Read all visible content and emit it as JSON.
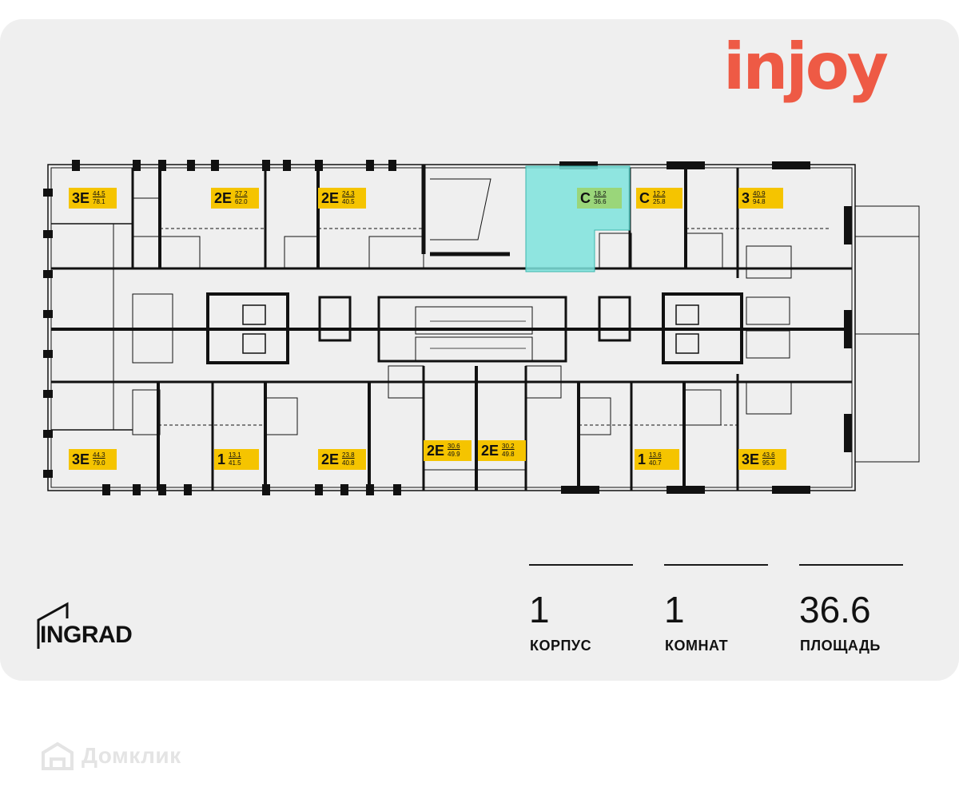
{
  "brand": {
    "name": "injoy",
    "color": "#ee5a45"
  },
  "developer_logo": {
    "text": "INGRAD"
  },
  "watermark": {
    "text": "Домклик",
    "icon": "house-icon"
  },
  "colors": {
    "apartment_label": "#f5c400",
    "selected_apartment": "#7ee3dd",
    "selected_label": "#9ad67a",
    "walls": "#111111",
    "background": "#efefef"
  },
  "apartments": [
    {
      "type": "3E",
      "area_living": "44.5",
      "area_total": "78.1"
    },
    {
      "type": "2E",
      "area_living": "27.2",
      "area_total": "62.0"
    },
    {
      "type": "2E",
      "area_living": "24.3",
      "area_total": "40.5"
    },
    {
      "type": "C",
      "area_living": "18.2",
      "area_total": "36.6",
      "selected": true
    },
    {
      "type": "C",
      "area_living": "12.2",
      "area_total": "25.8"
    },
    {
      "type": "3",
      "area_living": "40.9",
      "area_total": "94.8"
    },
    {
      "type": "3E",
      "area_living": "44.3",
      "area_total": "79.0"
    },
    {
      "type": "1",
      "area_living": "13.1",
      "area_total": "41.5"
    },
    {
      "type": "2E",
      "area_living": "23.8",
      "area_total": "40.8"
    },
    {
      "type": "2E",
      "area_living": "30.6",
      "area_total": "49.9"
    },
    {
      "type": "2E",
      "area_living": "30.2",
      "area_total": "49.8"
    },
    {
      "type": "1",
      "area_living": "13.6",
      "area_total": "40.7"
    },
    {
      "type": "3E",
      "area_living": "43.6",
      "area_total": "95.9"
    }
  ],
  "stats": [
    {
      "value": "1",
      "caption": "КОРПУС"
    },
    {
      "value": "1",
      "caption": "КОМНАТ"
    },
    {
      "value": "36.6",
      "caption": "ПЛОЩАДЬ"
    }
  ]
}
